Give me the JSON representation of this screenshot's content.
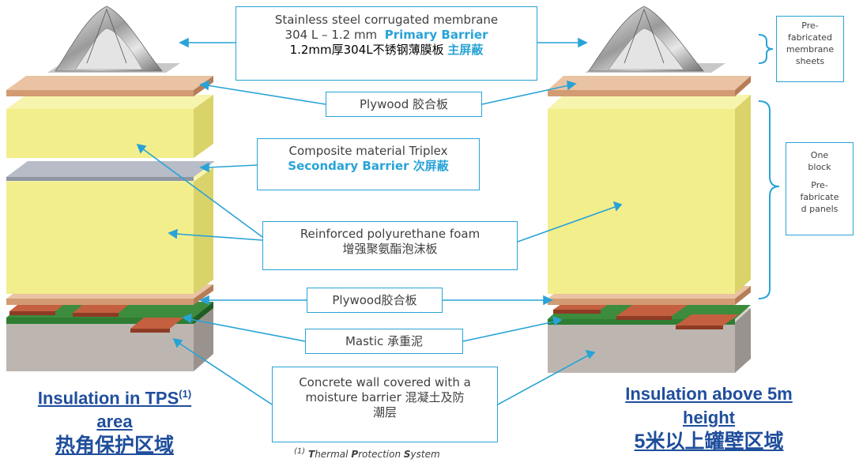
{
  "callouts": {
    "membrane": {
      "line1": "Stainless steel corrugated membrane",
      "line2_prefix": "304 L – 1.2 mm",
      "line2_highlight": "Primary Barrier",
      "line3_zh": "1.2mm厚304L不锈钢薄膜板",
      "line3_highlight": "主屏蔽"
    },
    "plywood_top": "Plywood 胶合板",
    "triplex": {
      "line1": "Composite material Triplex",
      "line2_highlight": "Secondary Barrier 次屏蔽"
    },
    "foam": {
      "line1": "Reinforced polyurethane foam",
      "line2_zh": "增强聚氨酯泡沫板"
    },
    "plywood_bottom": "Plywood胶合板",
    "mastic": "Mastic 承重泥",
    "concrete": {
      "line1": "Concrete wall covered with a",
      "line2": "moisture barrier 混凝土及防",
      "line3": "潮层"
    }
  },
  "side_labels": {
    "prefab_membrane": [
      "Pre-",
      "fabricated",
      "membrane",
      "sheets"
    ],
    "one_block": [
      "One",
      "block"
    ],
    "prefab_panels": [
      "Pre-",
      "fabricate",
      "d panels"
    ]
  },
  "titles": {
    "left": {
      "line1": "Insulation in TPS",
      "line1_sup": "(1)",
      "line2": "area",
      "line3_zh": "热角保护区域"
    },
    "right": {
      "line1": "Insulation above 5m",
      "line2": "height",
      "line3_zh": "5米以上罐壁区域"
    }
  },
  "footnote": {
    "sup": "(1)",
    "t_initial": "T",
    "t_rest": "hermal ",
    "p_initial": "P",
    "p_rest": "rotection ",
    "s_initial": "S",
    "s_rest": "ystem"
  },
  "colors": {
    "accent": "#29a3d6",
    "title": "#1f4e9c",
    "foam": "#f2ee8c",
    "plywood": "#e2b48f",
    "mastic": "#b8553a",
    "moisture": "#2e7d32",
    "concrete": "#bdb6b0"
  }
}
